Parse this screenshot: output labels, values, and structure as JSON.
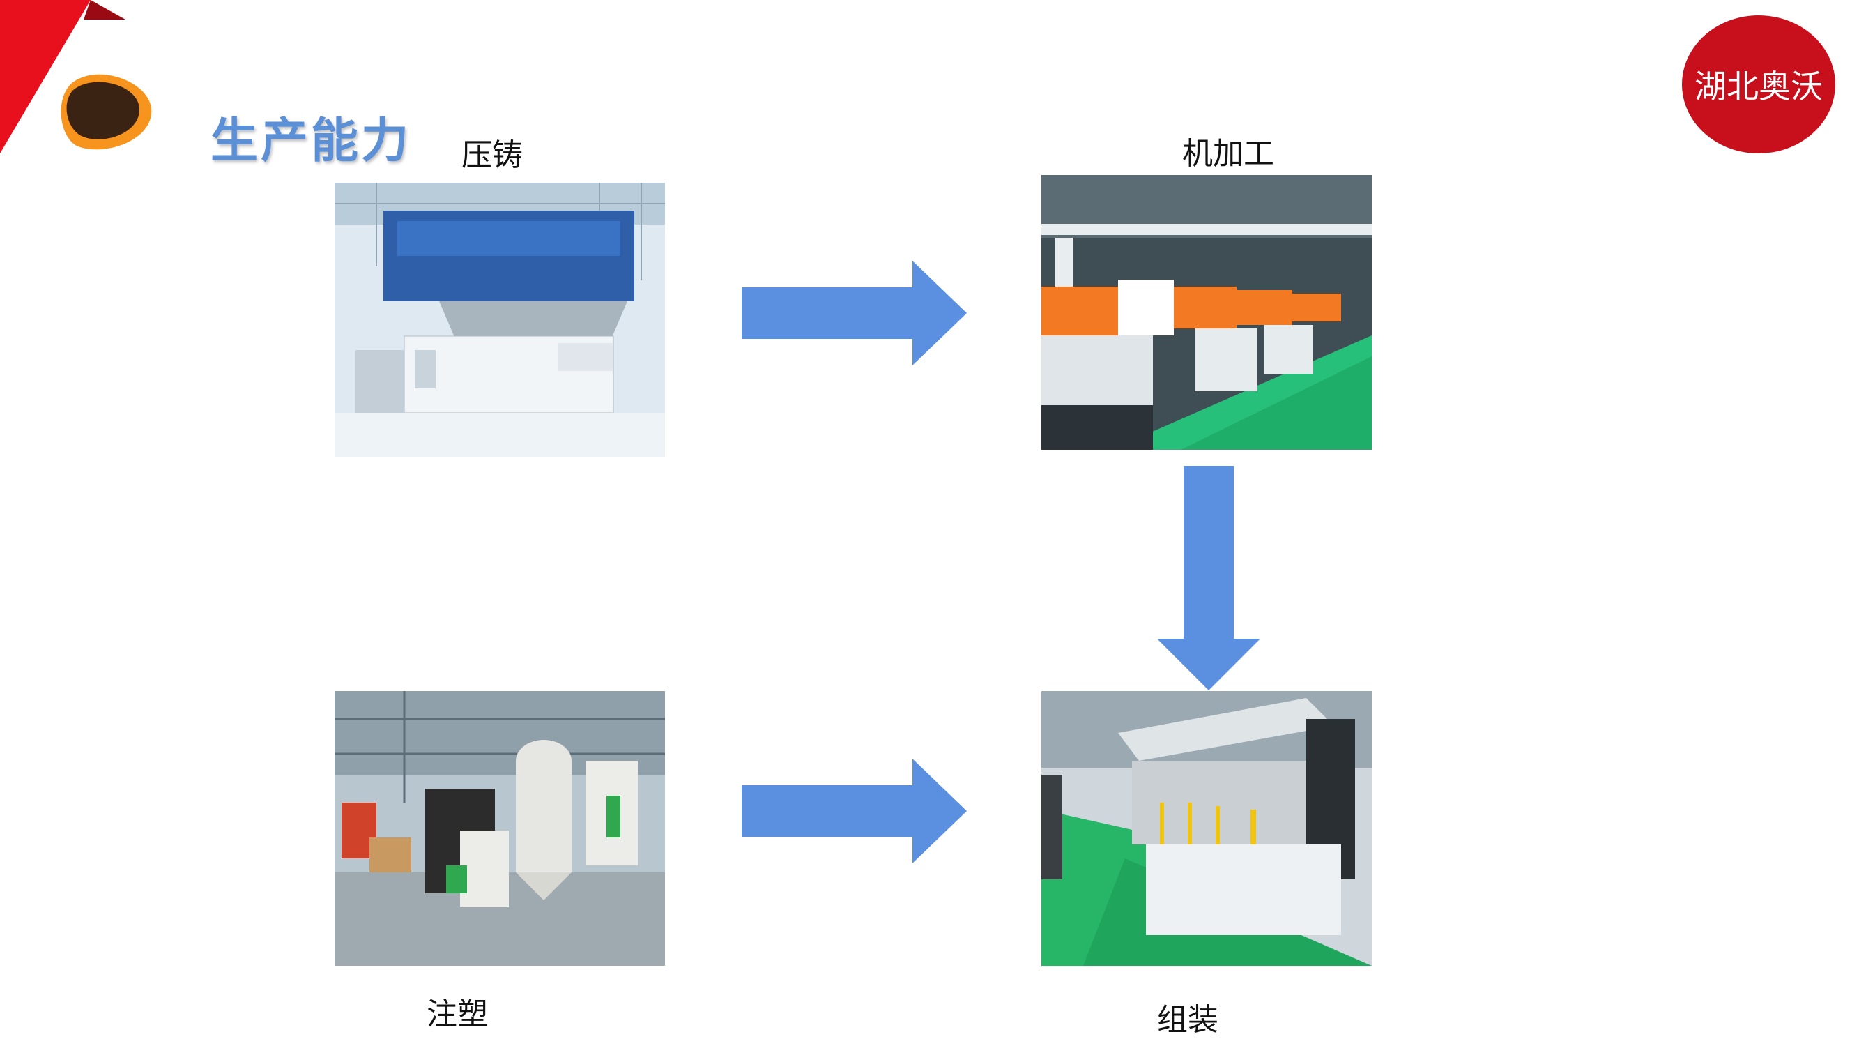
{
  "page": {
    "title": "生产能力",
    "badge": "湖北奥沃"
  },
  "colors": {
    "arrow": "#5b8fe0",
    "title": "#5b8fd6",
    "badge": "#c8101c",
    "corner_red": "#e8101c",
    "logo_orange": "#f7941d",
    "logo_brown": "#3b2314"
  },
  "stages": [
    {
      "label": "压铸"
    },
    {
      "label": "机加工"
    },
    {
      "label": "组装"
    },
    {
      "label": "注塑"
    }
  ],
  "icons": [
    "corner-triangle-icon",
    "company-logo-icon",
    "arrow-right-icon",
    "arrow-down-icon"
  ]
}
